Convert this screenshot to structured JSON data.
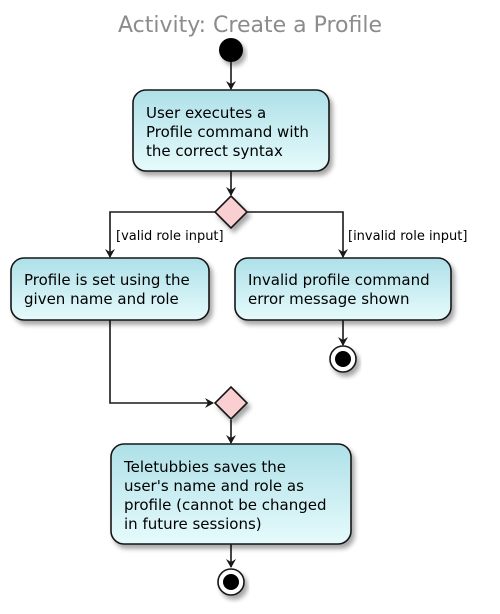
{
  "diagram": {
    "title": "Activity: Create a Profile",
    "actions": {
      "execute": [
        "User executes a",
        "Profile command with",
        "the correct syntax"
      ],
      "set_profile": [
        "Profile is set using the",
        "given name and role"
      ],
      "invalid": [
        "Invalid profile command",
        "error message shown"
      ],
      "save": [
        "Teletubbies saves the",
        "user's name and role as",
        "profile (cannot be changed",
        "in future sessions)"
      ]
    },
    "guards": {
      "valid": "[valid role input]",
      "invalid": "[invalid role input]"
    }
  }
}
